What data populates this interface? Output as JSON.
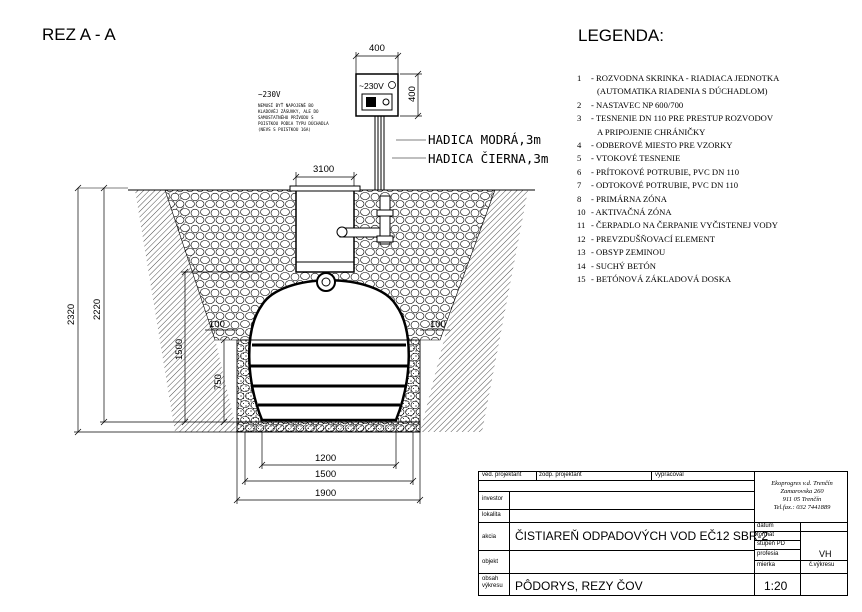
{
  "section_title": "REZ A - A",
  "legend_title": "LEGENDA:",
  "legend": [
    {
      "num": "1",
      "text": "- ROZVODNA SKRINKA - RIADIACA JEDNOTKA",
      "cont": "(AUTOMATIKA RIADENIA S DÚCHADLOM)"
    },
    {
      "num": "2",
      "text": "- NASTAVEC NP 600/700"
    },
    {
      "num": "3",
      "text": "- TESNENIE DN 110 PRE PRESTUP ROZVODOV",
      "cont": "A PRIPOJENIE CHRÁNIČKY"
    },
    {
      "num": "4",
      "text": "- ODBEROVÉ MIESTO PRE VZORKY"
    },
    {
      "num": "5",
      "text": "- VTOKOVÉ TESNENIE"
    },
    {
      "num": "6",
      "text": "- PRÍTOKOVÉ POTRUBIE, PVC DN 110"
    },
    {
      "num": "7",
      "text": "- ODTOKOVÉ POTRUBIE, PVC DN 110"
    },
    {
      "num": "8",
      "text": "- PRIMÁRNA ZÓNA"
    },
    {
      "num": "10",
      "text": "- AKTIVAČNÁ ZÓNA"
    },
    {
      "num": "11",
      "text": "- ČERPADLO NA ČERPANIE VYČISTENEJ VODY"
    },
    {
      "num": "12",
      "text": "- PREVZDUŠŇOVACÍ ELEMENT"
    },
    {
      "num": "13",
      "text": "- OBSYP ZEMINOU"
    },
    {
      "num": "14",
      "text": "- SUCHÝ BETÓN"
    },
    {
      "num": "15",
      "text": "- BETÓNOVÁ ZÁKLADOVÁ DOSKA"
    }
  ],
  "drawing": {
    "box_label": "~230V",
    "voltage_label": "~230V",
    "note_lines": [
      "NEMUSÍ BYŤ NAPOJENÉ BO",
      "KLADOVÉJ ZÁSUVKY, ALE DO",
      "SAMOSTATNÉHO PRÍVODU S",
      "POISTKOU PODĽA TYPU DÚCHADLA",
      "(NEVS S POISTKOU 16A)"
    ],
    "hose_blue": "HADICA MODRÁ,3m",
    "hose_black": "HADICA ČIERNA,3m",
    "dims": {
      "d400_top": "400",
      "d400_side": "400",
      "d3100": "3100",
      "d2320": "2320",
      "d2220": "2220",
      "d1500": "1500",
      "d750": "750",
      "d100_left": "100",
      "d100_right": "100",
      "d1200": "1200",
      "d1500_bottom": "1500",
      "d1900": "1900"
    }
  },
  "title_block": {
    "ved_projektant": "ved. projektant",
    "zodp_projektant": "zodp. projektant",
    "vypracoval": "vypracoval",
    "investor": "investor",
    "lokalita": "lokalita",
    "akcia": "akcia",
    "akcia_value": "ČISTIAREŇ ODPADOVÝCH VOD  EČ12 SBR-2",
    "objekt": "objekt",
    "obsah": "obsah výkresu",
    "obsah_value": "PÔDORYS, REZY ČOV",
    "datum": "dátum",
    "format": "formát",
    "stupen": "stupeň PD",
    "stupen_value": "",
    "profesia": "profesia",
    "profesia_value": "VH",
    "mierka": "mierka",
    "c_vykresu": "č.výkresu",
    "mierka_value": "1:20",
    "company": [
      "Ekoprogres v.d. Trenčín",
      "Zamarovska 260",
      "911 05 Trenčín",
      "Tel.fax.: 032 7441889"
    ]
  }
}
